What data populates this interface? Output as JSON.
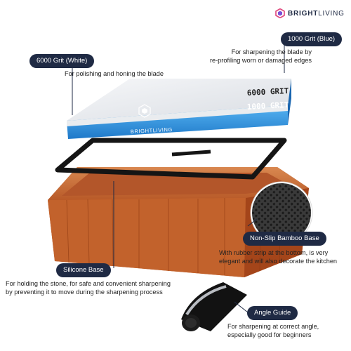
{
  "brand": {
    "name_bold": "BRIGHT",
    "name_light": "LIVING"
  },
  "callouts": {
    "grit_1000": {
      "label": "1000 Grit (Blue)",
      "desc_1": "For sharpening the blade by",
      "desc_2": "re-profiling worn or damaged edges"
    },
    "grit_6000": {
      "label": "6000 Grit (White)",
      "desc_1": "For polishing and honing the blade"
    },
    "bamboo_base": {
      "label": "Non-Slip Bamboo Base",
      "desc_1": "With rubber strip at the bottom, is very",
      "desc_2": "elegant and will also decorate the kitchen"
    },
    "silicone_base": {
      "label": "Silicone Base",
      "desc_1": "For holding the stone, for safe and convenient sharpening",
      "desc_2": "by preventing it to move during the sharpening process"
    },
    "angle_guide": {
      "label": "Angle Guide",
      "desc_1": "For sharpening at correct angle,",
      "desc_2": "especially good for beginners"
    }
  },
  "stone": {
    "top_text": "6000 GRIT",
    "bottom_text": "1000 GRIT",
    "logo_text": "BRIGHTLIVING"
  },
  "colors": {
    "navy": "#1f2a44",
    "blue_stone": "#2d8ee0",
    "white_stone": "#e8eaee",
    "bamboo": "#c8652e",
    "bamboo_dark": "#9c4518",
    "silicone": "#151515"
  }
}
